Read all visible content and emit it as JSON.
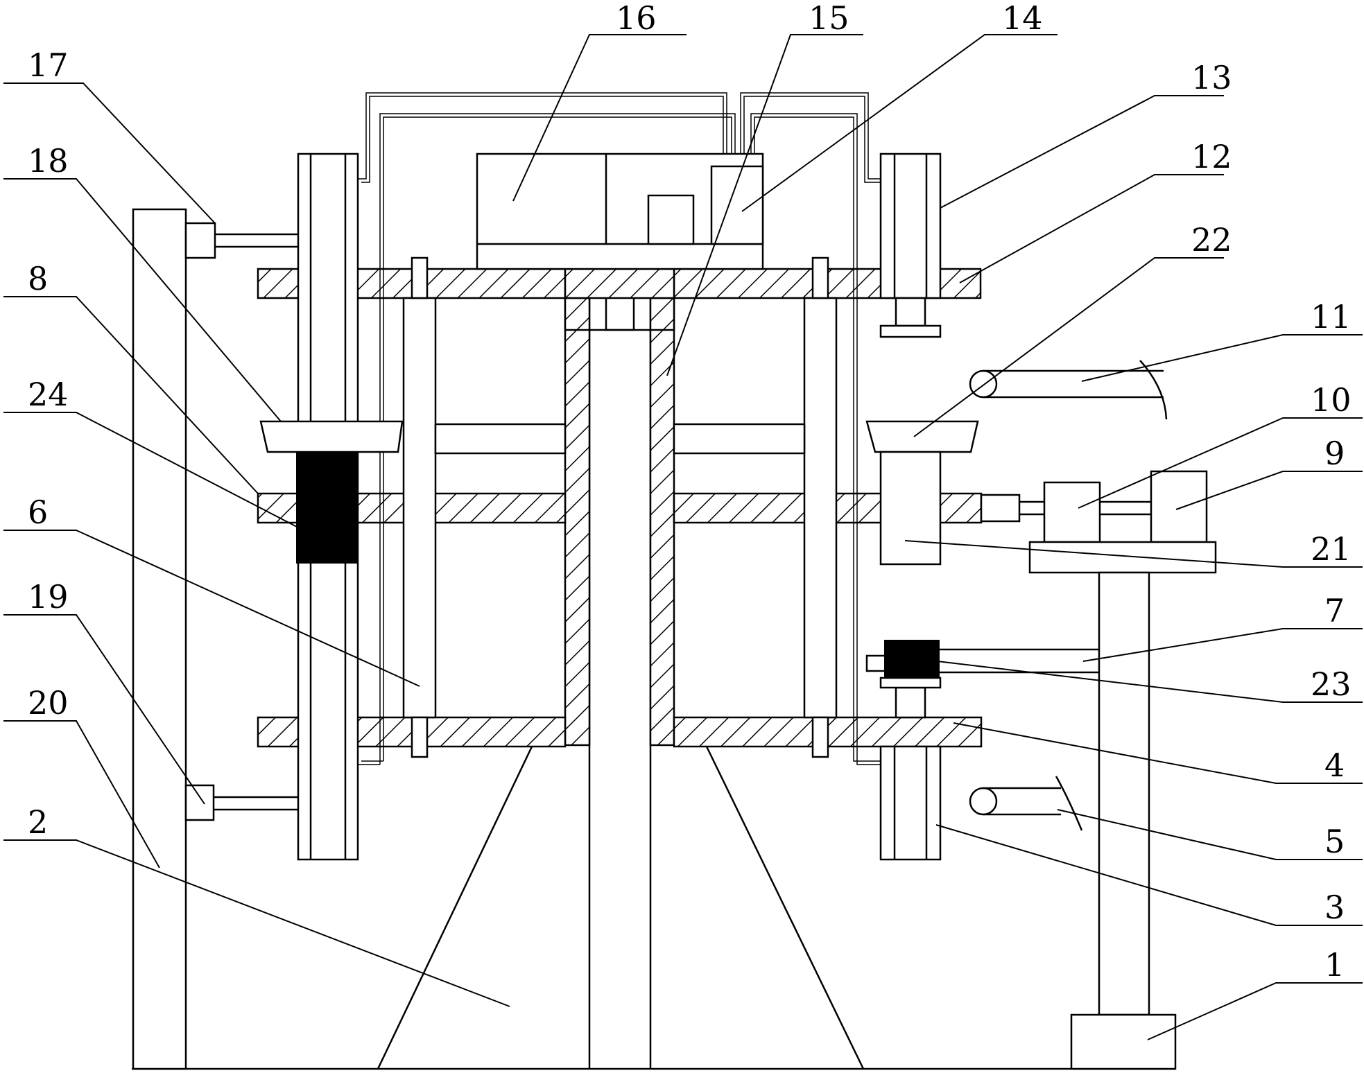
{
  "callouts": [
    {
      "id": "c17",
      "text": "17"
    },
    {
      "id": "c18",
      "text": "18"
    },
    {
      "id": "c8",
      "text": "8"
    },
    {
      "id": "c24",
      "text": "24"
    },
    {
      "id": "c6",
      "text": "6"
    },
    {
      "id": "c19",
      "text": "19"
    },
    {
      "id": "c20",
      "text": "20"
    },
    {
      "id": "c2",
      "text": "2"
    },
    {
      "id": "c16",
      "text": "16"
    },
    {
      "id": "c15",
      "text": "15"
    },
    {
      "id": "c14",
      "text": "14"
    },
    {
      "id": "c13",
      "text": "13"
    },
    {
      "id": "c12",
      "text": "12"
    },
    {
      "id": "c22",
      "text": "22"
    },
    {
      "id": "c11",
      "text": "11"
    },
    {
      "id": "c10",
      "text": "10"
    },
    {
      "id": "c9",
      "text": "9"
    },
    {
      "id": "c21",
      "text": "21"
    },
    {
      "id": "c7",
      "text": "7"
    },
    {
      "id": "c23",
      "text": "23"
    },
    {
      "id": "c4",
      "text": "4"
    },
    {
      "id": "c5",
      "text": "5"
    },
    {
      "id": "c3",
      "text": "3"
    },
    {
      "id": "c1",
      "text": "1"
    }
  ]
}
